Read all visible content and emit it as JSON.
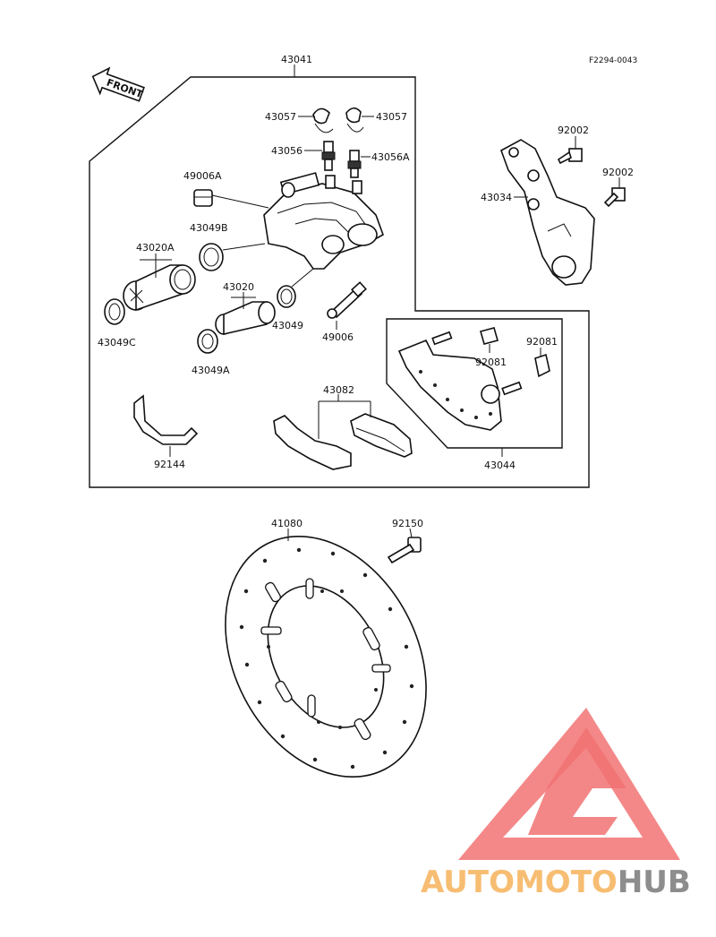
{
  "figure_code": "F2294-0043",
  "front_arrow_label": "FRONT",
  "watermark": {
    "text_a": "AUTOMOTO",
    "text_b": "HUB",
    "color_a": "#f6b25a",
    "color_b": "#7a7a7a",
    "triangle_color": "#f05a5a"
  },
  "labels": {
    "l43041": "43041",
    "l43057a": "43057",
    "l43057b": "43057",
    "l43056": "43056",
    "l43056A": "43056A",
    "l49006A": "49006A",
    "l43049B": "43049B",
    "l43020A": "43020A",
    "l43020": "43020",
    "l43049": "43049",
    "l49006": "49006",
    "l43049C": "43049C",
    "l43049A": "43049A",
    "l43082": "43082",
    "l92144": "92144",
    "l92002a": "92002",
    "l92002b": "92002",
    "l43034": "43034",
    "l92081a": "92081",
    "l92081b": "92081",
    "l43044": "43044",
    "l41080": "41080",
    "l92150": "92150"
  }
}
